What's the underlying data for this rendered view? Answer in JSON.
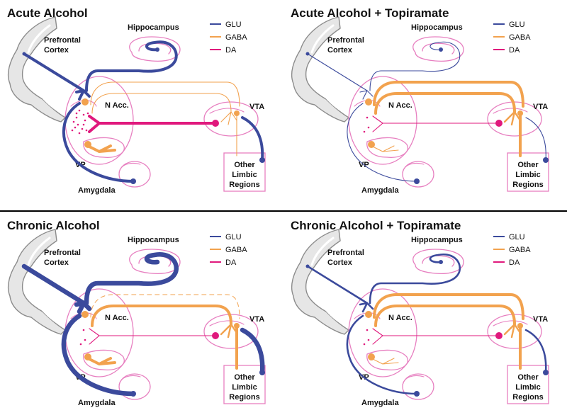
{
  "colors": {
    "glu": "#3b4a9c",
    "gaba": "#f2a24e",
    "da": "#e0197d",
    "outline": "#e77fc0",
    "cortex": "#9a9a9a",
    "divider": "#000000"
  },
  "labels": {
    "prefrontal": [
      "Prefrontal",
      "Cortex"
    ],
    "hippocampus": "Hippocampus",
    "nacc": "N Acc.",
    "vta": "VTA",
    "vp": "VP",
    "amygdala": "Amygdala",
    "other": [
      "Other",
      "Limbic",
      "Regions"
    ]
  },
  "legend": [
    {
      "key": "glu",
      "label": "GLU"
    },
    {
      "key": "gaba",
      "label": "GABA"
    },
    {
      "key": "da",
      "label": "DA"
    }
  ],
  "panels": [
    {
      "id": "acute-alcohol",
      "title": "Acute Alcohol",
      "glu": "thick",
      "gaba_top": "thin",
      "gaba_mid": "thin",
      "gaba_dashed": false,
      "da": "thick",
      "da_dots": "many",
      "vta_glu": "thick",
      "vp_gaba": "thick"
    },
    {
      "id": "acute-alcohol-topiramate",
      "title": "Acute Alcohol + Topiramate",
      "glu": "thin",
      "gaba_top": "thick",
      "gaba_mid": "thick",
      "gaba_dashed": false,
      "da": "thin",
      "da_dots": "few",
      "vta_glu": "thin",
      "vp_gaba": "thin"
    },
    {
      "id": "chronic-alcohol",
      "title": "Chronic Alcohol",
      "glu": "xthick",
      "gaba_top": "dashed",
      "gaba_mid": "thick",
      "gaba_dashed": true,
      "da": "thin",
      "da_dots": "few",
      "vta_glu": "xthick",
      "vp_gaba": "thick"
    },
    {
      "id": "chronic-alcohol-topiramate",
      "title": "Chronic Alcohol + Topiramate",
      "glu": "medium",
      "gaba_top": "thick",
      "gaba_mid": "thick",
      "gaba_dashed": false,
      "da": "thin",
      "da_dots": "few",
      "vta_glu": "medium",
      "vp_gaba": "thin"
    }
  ]
}
